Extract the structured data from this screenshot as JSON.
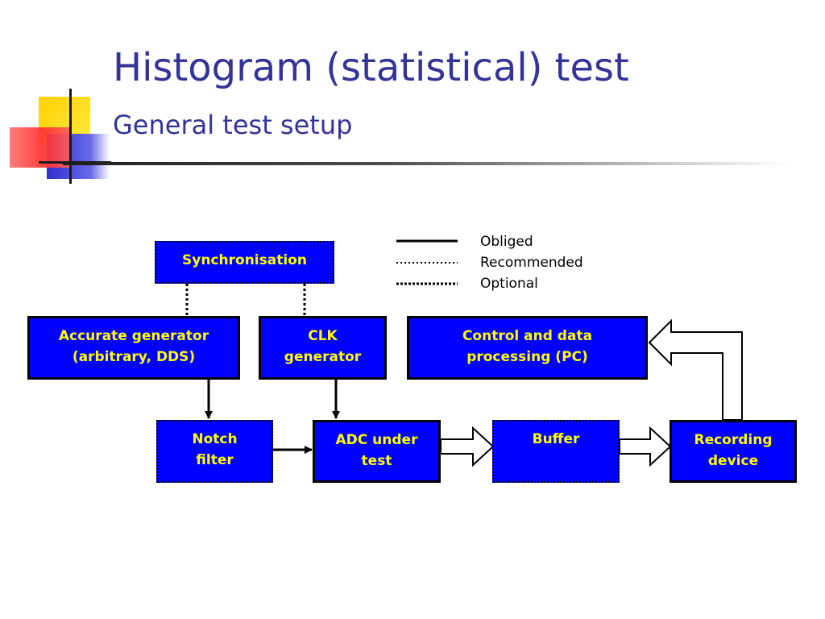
{
  "slide": {
    "title": "Histogram (statistical) test",
    "subtitle": "General test setup"
  },
  "legend": {
    "obliged": "Obliged",
    "recommended": "Recommended",
    "optional": "Optional"
  },
  "blocks": {
    "synchronisation": [
      "Synchronisation"
    ],
    "accurate_generator": [
      "Accurate generator",
      "(arbitrary, DDS)"
    ],
    "clk_generator": [
      "CLK",
      "generator"
    ],
    "control_processing": [
      "Control and data",
      "processing (PC)"
    ],
    "notch_filter": [
      "Notch",
      "filter"
    ],
    "adc_under_test": [
      "ADC under",
      "test"
    ],
    "buffer": [
      "Buffer"
    ],
    "recording_device": [
      "Recording",
      "device"
    ]
  },
  "colors": {
    "title": "#333399",
    "block_fill": "#0000ff",
    "block_text": "#ffff00"
  }
}
